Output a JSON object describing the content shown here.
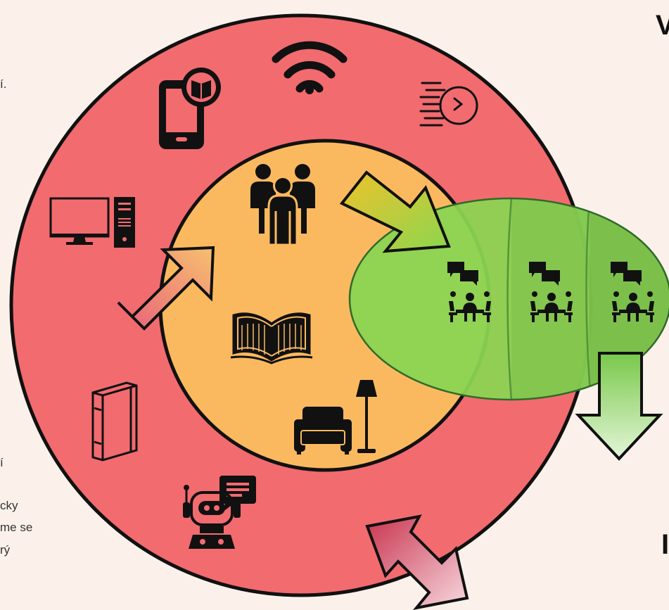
{
  "left_text": {
    "line1": "í.",
    "line2": "í",
    "line3": "cky",
    "line4": "me se",
    "line5": "rý"
  },
  "right_text": {
    "top": "V",
    "bottom": "I"
  },
  "colors": {
    "background": "#fbf1ea",
    "outer_ring": "#f26b6f",
    "inner_circle": "#fbb95f",
    "ellipse": "#8ad552",
    "ellipse_overlap": "#7cc04a",
    "outline": "#111111"
  },
  "icons": {
    "outer": [
      "mobile-reader-icon",
      "wifi-icon",
      "fast-clock-icon",
      "desktop-computer-icon",
      "book-icon",
      "chatbot-icon"
    ],
    "inner": [
      "group-people-icon",
      "open-book-icon",
      "armchair-lamp-icon"
    ],
    "ellipse": [
      "meeting-icon",
      "meeting-icon",
      "meeting-icon"
    ],
    "arrows": [
      "arrow-into-inner",
      "arrow-into-ellipse",
      "arrow-down-out",
      "double-arrow-bottom"
    ]
  }
}
